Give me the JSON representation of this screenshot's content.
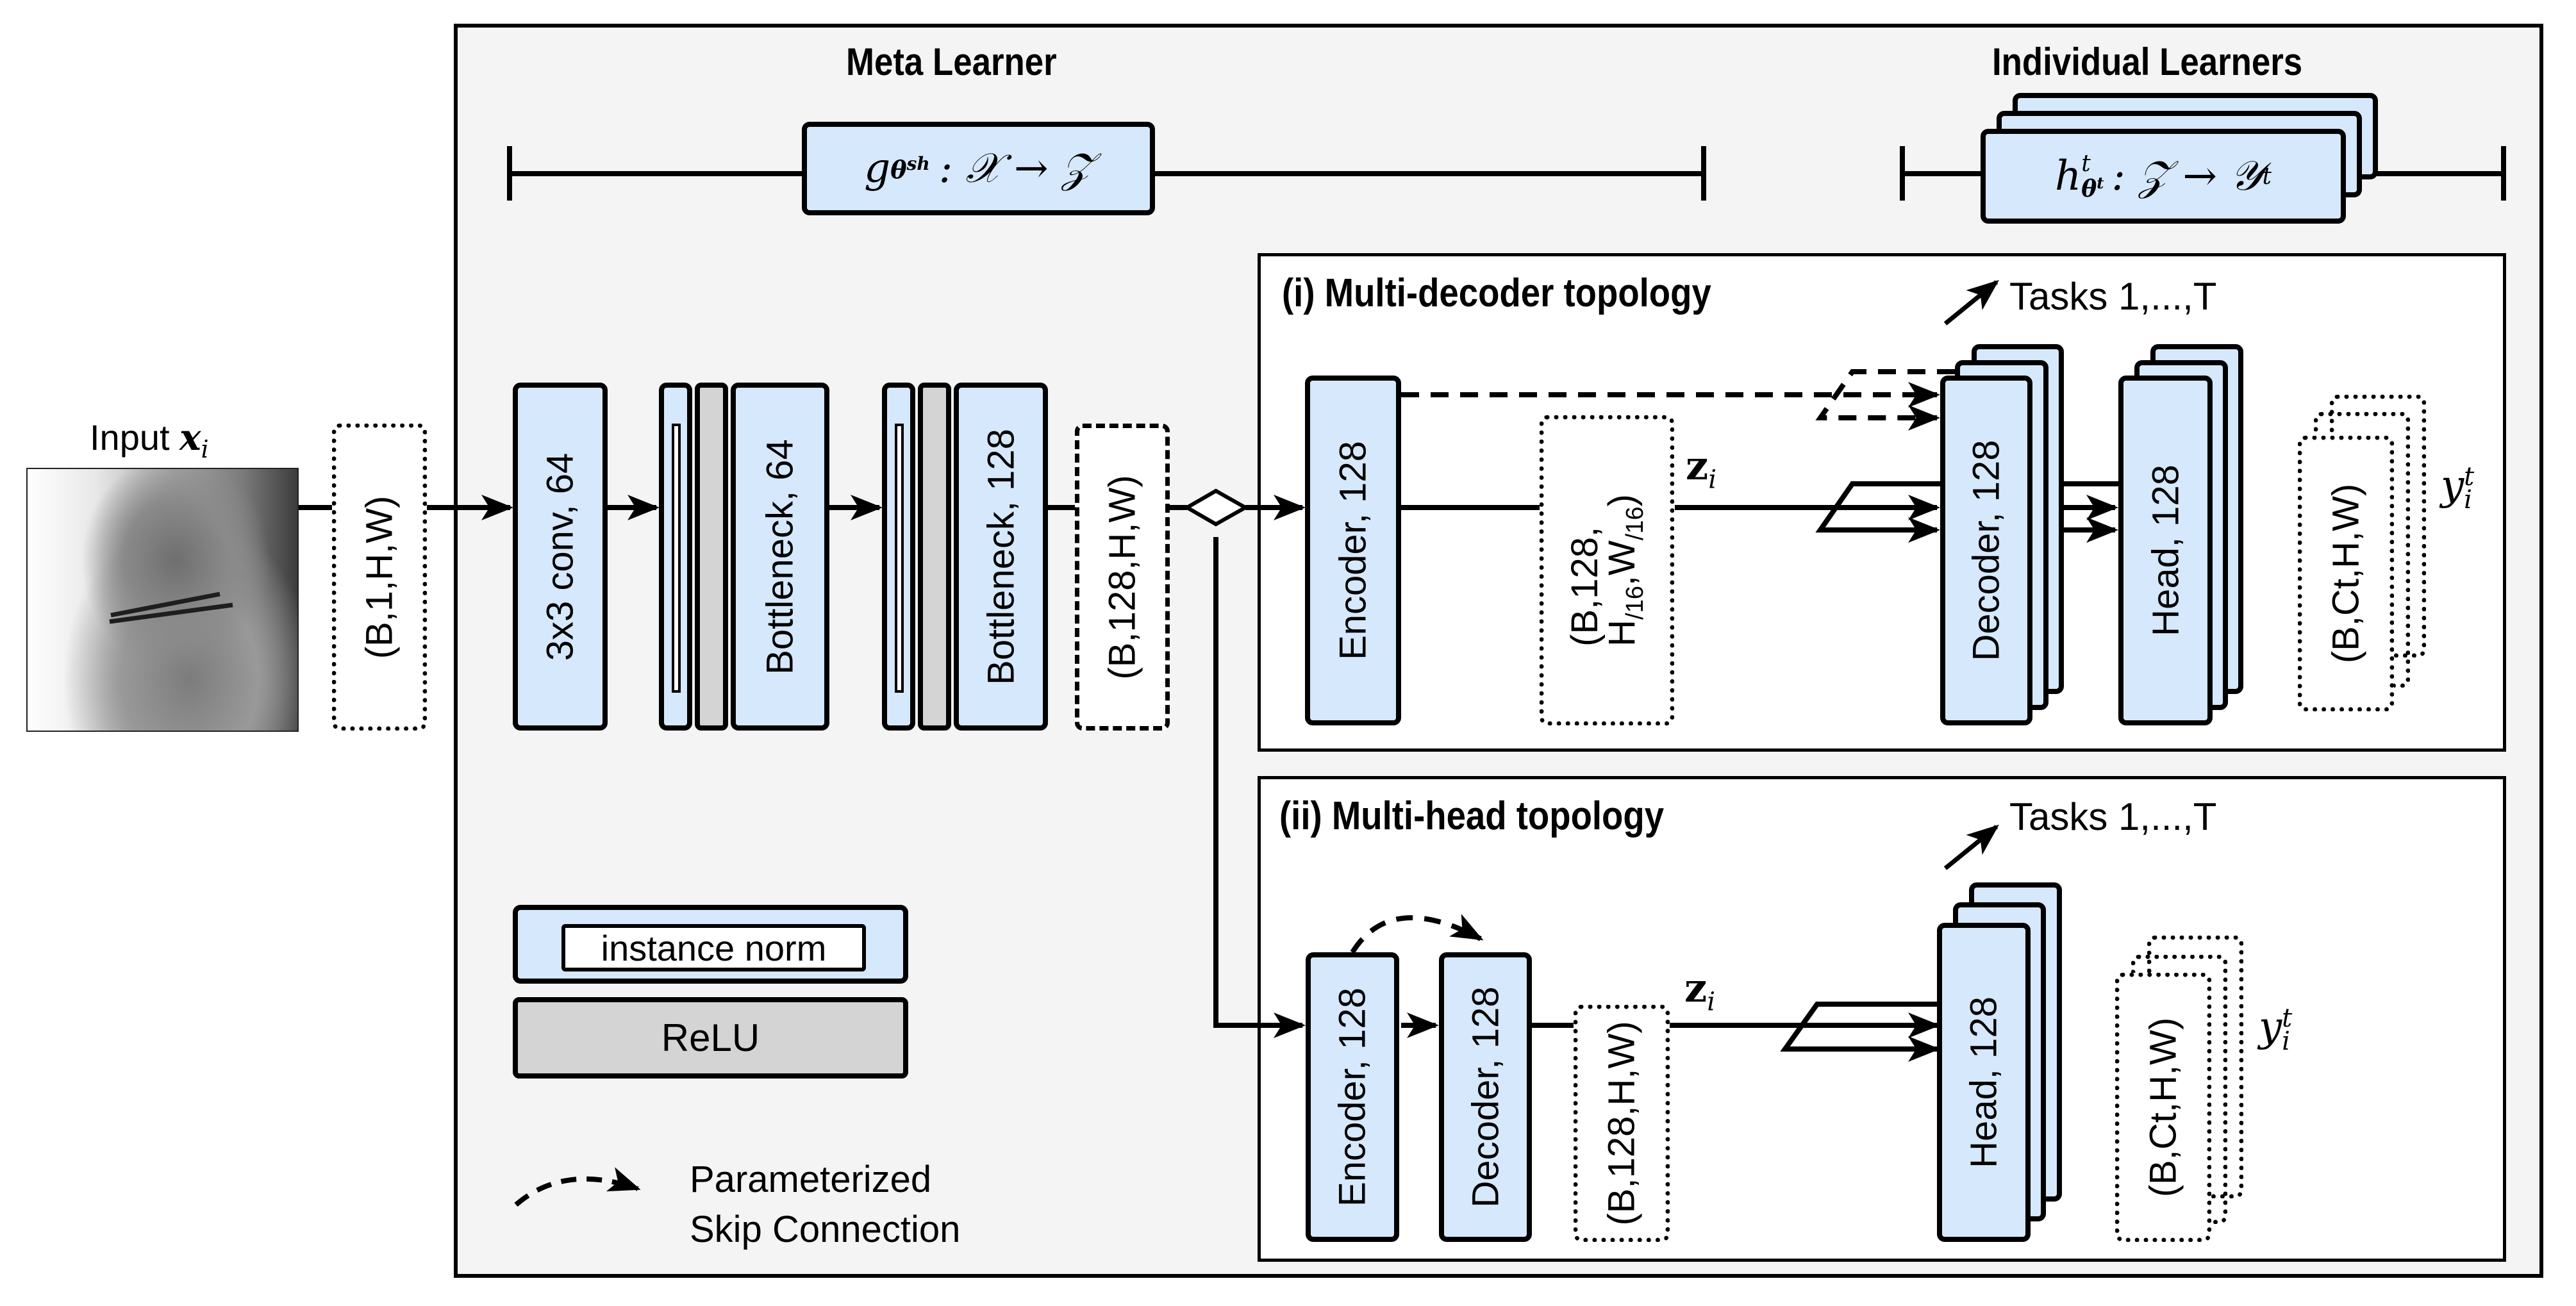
{
  "colors": {
    "block_fill": "#d6e8fb",
    "relu_fill": "#d4d4d4",
    "outer_panel_fill": "#f4f4f4",
    "topology_panel_fill": "#ffffff",
    "stroke": "#000000"
  },
  "input": {
    "label": "Input",
    "symbol": "x",
    "subscript": "i",
    "image_icon": "knee-xray-image",
    "shape": "(B,1,H,W)"
  },
  "meta_learner": {
    "title": "Meta Learner",
    "function": {
      "name": "g",
      "param": "θ",
      "param_sup": "sh",
      "text": ": 𝒳 → 𝒵"
    },
    "blocks": [
      {
        "label": "3x3 conv, 64"
      },
      {
        "label": "Bottleneck, 64"
      },
      {
        "label": "Bottleneck, 128"
      }
    ],
    "output_shape": "(B,128,H,W)"
  },
  "individual_learners": {
    "title": "Individual Learners",
    "function": {
      "name": "h",
      "sup": "t",
      "param": "θ",
      "param_sup": "t",
      "text": ": 𝒵 → 𝒴",
      "out_sup": "t"
    }
  },
  "multi_decoder": {
    "title": "(i) Multi-decoder topology",
    "tasks_label": "Tasks 1,...,T",
    "encoder": "Encoder, 128",
    "latent_shape_line1": "(B,128,",
    "latent_shape_line2_h": "H",
    "latent_shape_line2_h_sub": "/16",
    "latent_shape_line2_w": "W",
    "latent_shape_line2_w_sub": "/16",
    "latent_shape_close": ")",
    "latent_symbol": "z",
    "latent_sub": "i",
    "decoder": "Decoder, 128",
    "head": "Head, 128",
    "output_shape": "(B,Ct,H,W)",
    "output_symbol": "y",
    "output_sub": "i",
    "output_sup": "t"
  },
  "multi_head": {
    "title": "(ii) Multi-head topology",
    "tasks_label": "Tasks 1,...,T",
    "encoder": "Encoder, 128",
    "decoder": "Decoder, 128",
    "latent_shape": "(B,128,H,W)",
    "latent_symbol": "z",
    "latent_sub": "i",
    "head": "Head, 128",
    "output_shape": "(B,Ct,H,W)",
    "output_symbol": "y",
    "output_sub": "i",
    "output_sup": "t"
  },
  "legend": {
    "instance_norm": "instance norm",
    "relu": "ReLU",
    "skip_line1": "Parameterized",
    "skip_line2": "Skip Connection"
  }
}
